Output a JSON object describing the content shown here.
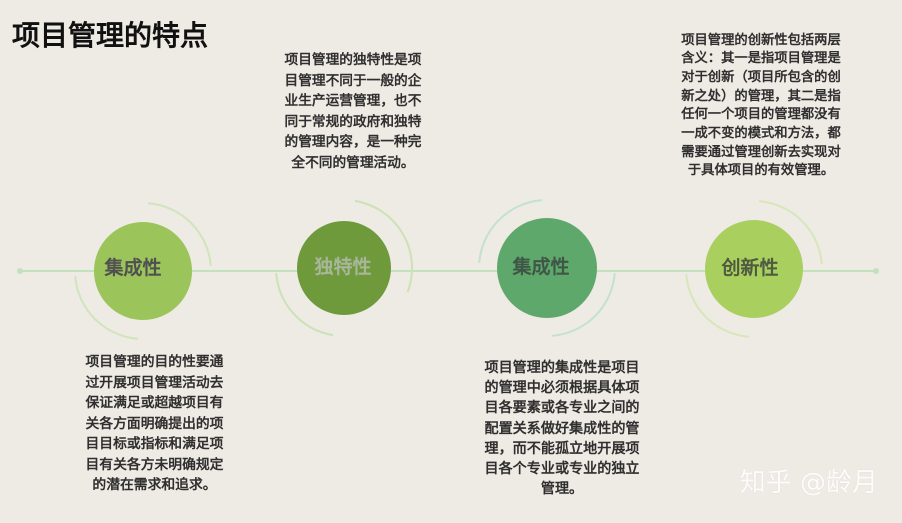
{
  "title": "项目管理的特点",
  "colors": {
    "background": "#eeeae4",
    "timeline": "#c4e1bd"
  },
  "nodes": [
    {
      "label": "集成性",
      "color": "#9bc45b",
      "label_color": "#505050",
      "arc_color": "#d0e4bd",
      "description": [
        "项目管理的目的性要通",
        "过开展项目管理活动去",
        "保证满足或超越项目有",
        "关各方面明确提出的项",
        "目目标或指标和满足项",
        "目有关各方未明确规定",
        "的潜在需求和追求。"
      ]
    },
    {
      "label": "独特性",
      "color": "#6f9a3b",
      "label_color": "#a9b69b",
      "arc_color": "#cde1b6",
      "description": [
        "项目管理的独特性是项",
        "目管理不同于一般的企",
        "业生产运营管理，也不",
        "同于常规的政府和独特",
        "的管理内容，是一种完",
        "全不同的管理活动。"
      ]
    },
    {
      "label": "集成性",
      "color": "#5fa86b",
      "label_color": "#3f5647",
      "arc_color": "#c3e1d1",
      "description": [
        "项目管理的集成性是项目",
        "的管理中必须根据具体项",
        "目各要素或各专业之间的",
        "配置关系做好集成性的管",
        "理，而不能孤立地开展项",
        "目各个专业或专业的独立",
        "管理。"
      ]
    },
    {
      "label": "创新性",
      "color": "#a9cf5f",
      "label_color": "#4f5a40",
      "arc_color": "#d6e7b9",
      "description": [
        "项目管理的创新性包括两层",
        "含义：其一是指项目管理是",
        "对于创新（项目所包含的创",
        "新之处）的管理，其二是指",
        "任何一个项目的管理都没有",
        "一成不变的模式和方法，都",
        "需要通过管理创新去实现对",
        "于具体项目的有效管理。"
      ]
    }
  ],
  "watermark": "知乎 @龄月"
}
